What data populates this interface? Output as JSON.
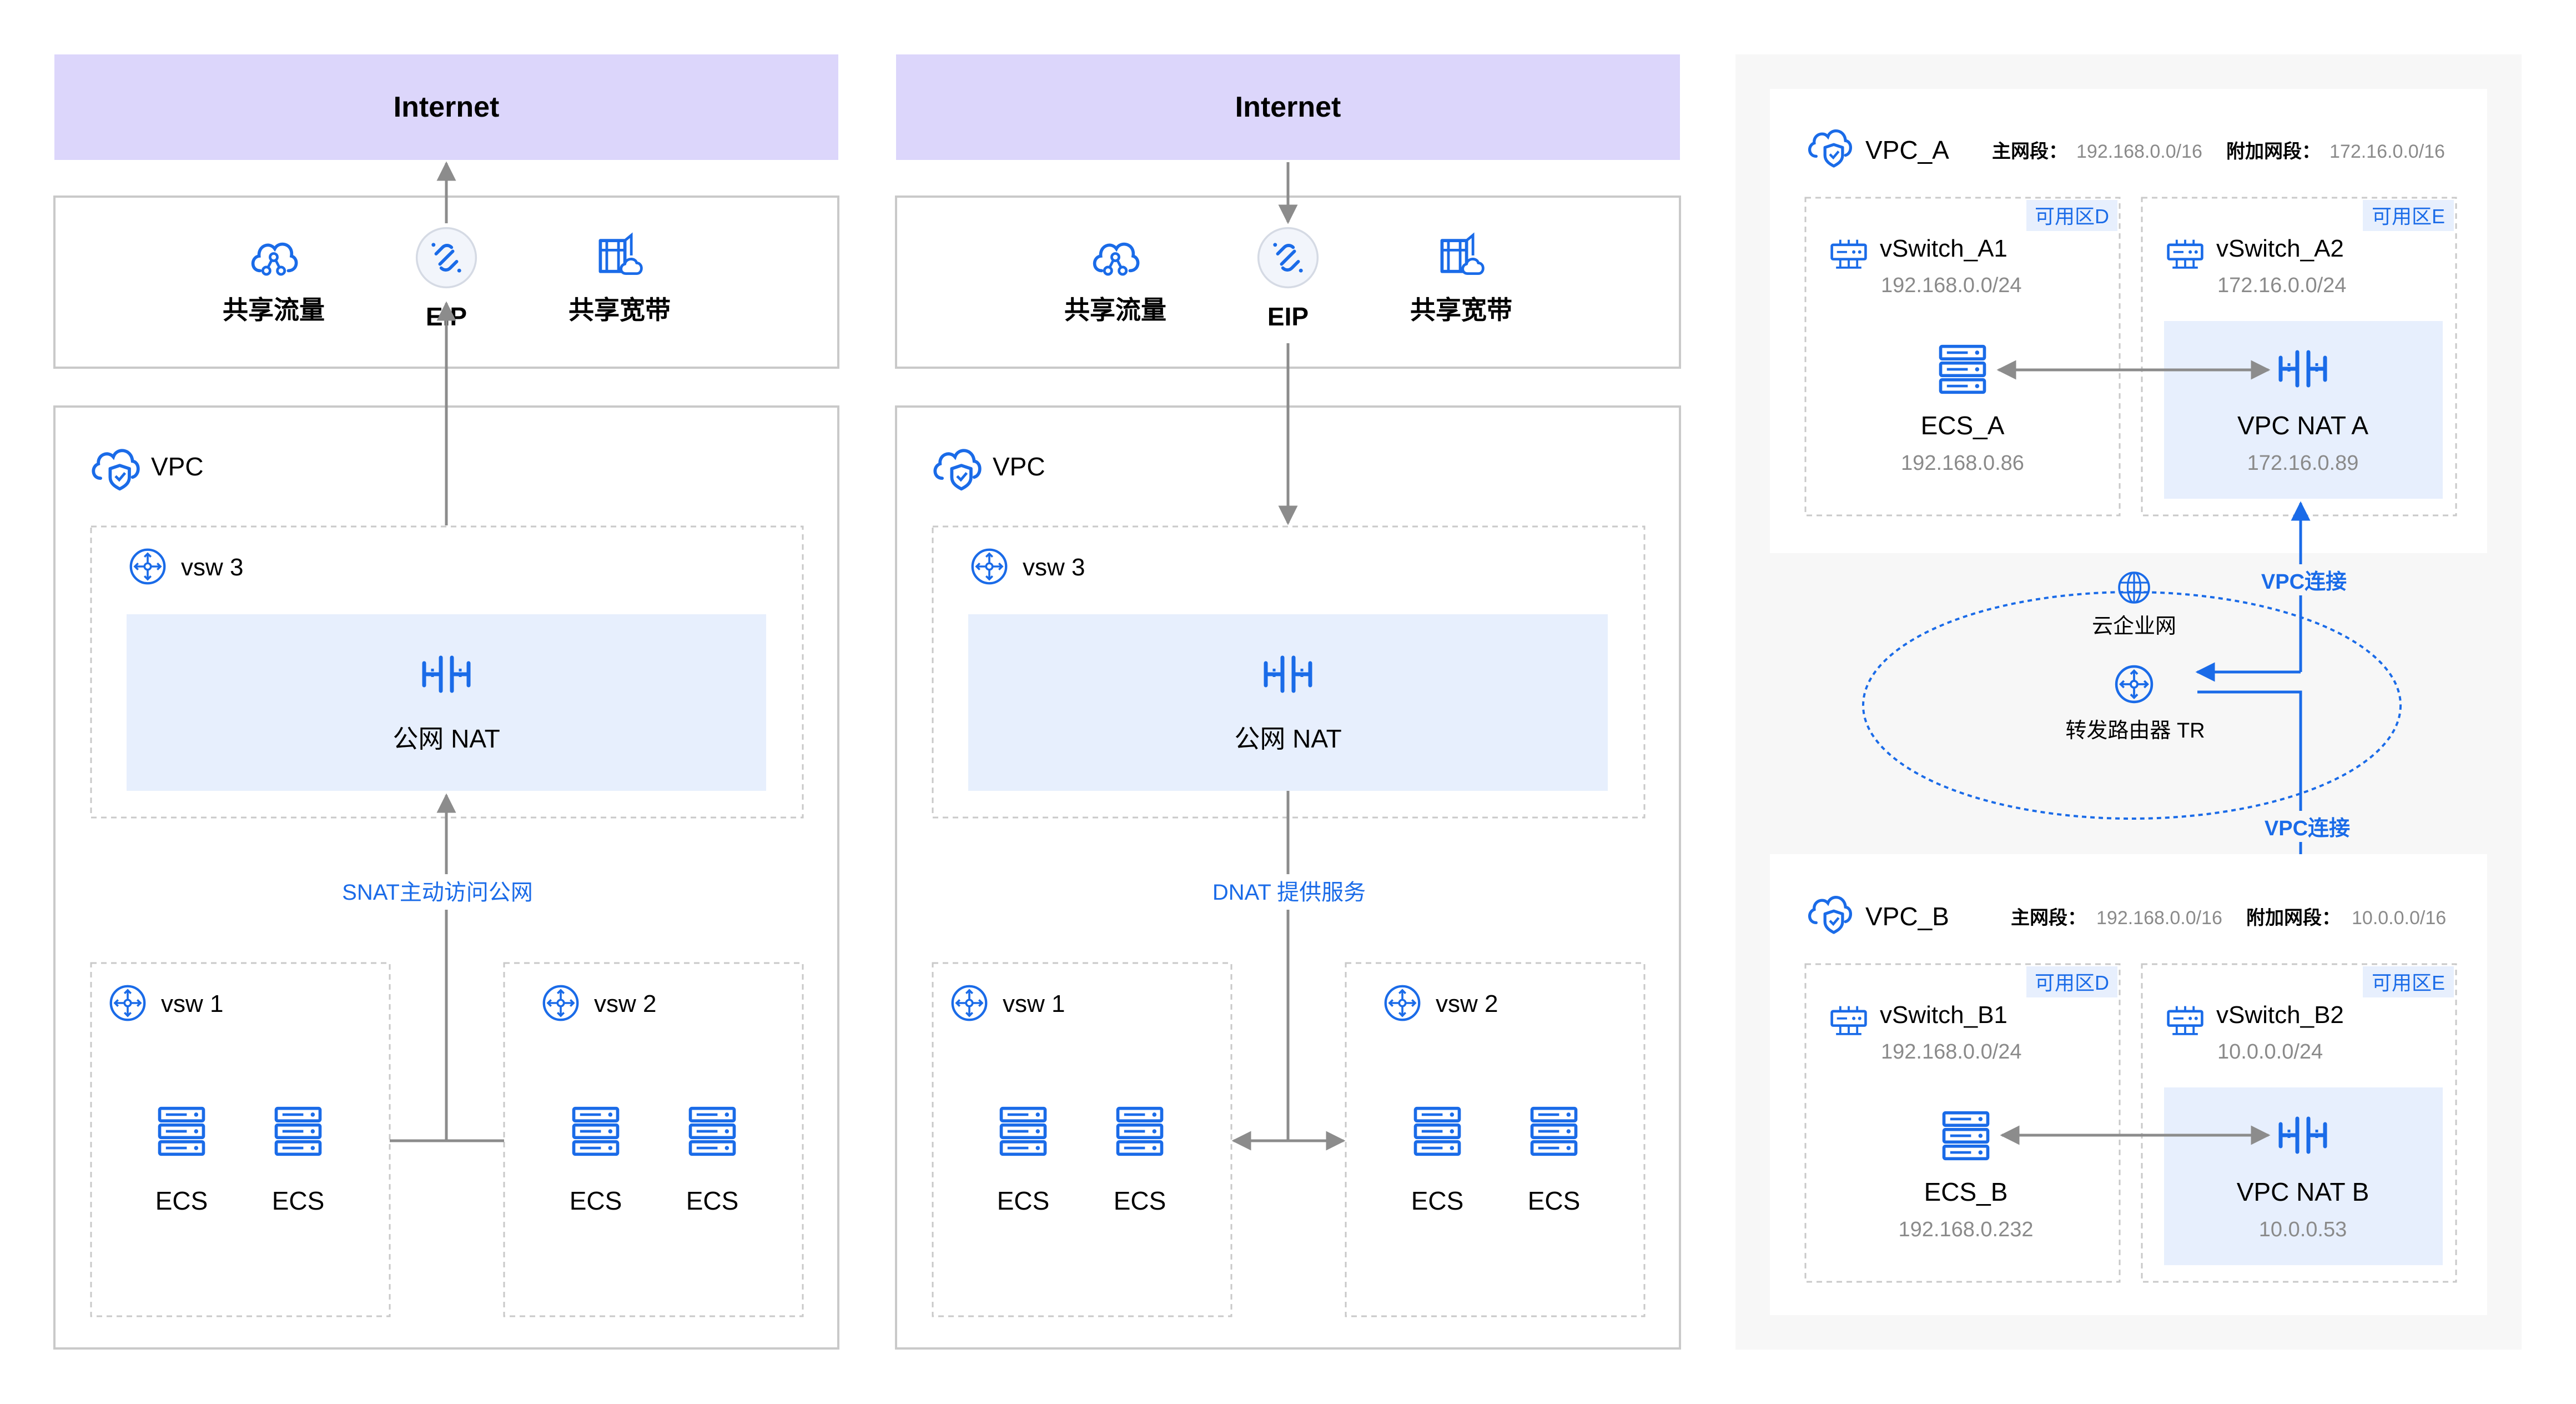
{
  "panel1": {
    "internet": "Internet",
    "shared_traffic": "共享流量",
    "eip": "EIP",
    "shared_bandwidth": "共享宽带",
    "vpc": "VPC",
    "vsw3": "vsw 3",
    "nat": "公网 NAT",
    "flow_label": "SNAT主动访问公网",
    "vsw1": "vsw 1",
    "vsw2": "vsw 2",
    "ecs": "ECS"
  },
  "panel2": {
    "internet": "Internet",
    "shared_traffic": "共享流量",
    "eip": "EIP",
    "shared_bandwidth": "共享宽带",
    "vpc": "VPC",
    "vsw3": "vsw 3",
    "nat": "公网 NAT",
    "flow_label": "DNAT 提供服务",
    "vsw1": "vsw 1",
    "vsw2": "vsw 2",
    "ecs": "ECS"
  },
  "panel3": {
    "vpc_a": {
      "name": "VPC_A",
      "main_cidr_label": "主网段：",
      "main_cidr": "192.168.0.0/16",
      "extra_cidr_label": "附加网段：",
      "extra_cidr": "172.16.0.0/16",
      "vswitch1": {
        "name": "vSwitch_A1",
        "cidr": "192.168.0.0/24",
        "zone": "可用区D"
      },
      "vswitch2": {
        "name": "vSwitch_A2",
        "cidr": "172.16.0.0/24",
        "zone": "可用区E"
      },
      "ecs": {
        "name": "ECS_A",
        "ip": "192.168.0.86"
      },
      "nat": {
        "name": "VPC NAT A",
        "ip": "172.16.0.89"
      }
    },
    "cen": "云企业网",
    "tr": "转发路由器 TR",
    "vpc_conn_top": "VPC连接",
    "vpc_conn_bottom": "VPC连接",
    "vpc_b": {
      "name": "VPC_B",
      "main_cidr_label": "主网段：",
      "main_cidr": "192.168.0.0/16",
      "extra_cidr_label": "附加网段：",
      "extra_cidr": "10.0.0.0/16",
      "vswitch1": {
        "name": "vSwitch_B1",
        "cidr": "192.168.0.0/24",
        "zone": "可用区D"
      },
      "vswitch2": {
        "name": "vSwitch_B2",
        "cidr": "10.0.0.0/24",
        "zone": "可用区E"
      },
      "ecs": {
        "name": "ECS_B",
        "ip": "192.168.0.232"
      },
      "nat": {
        "name": "VPC NAT B",
        "ip": "10.0.0.53"
      }
    }
  },
  "colors": {
    "internet_bg": "#dcd6fb",
    "nat_bg": "#e7effd",
    "panel3_bg": "#f7f7f7",
    "blue": "#1a6be8",
    "arrow_gray": "#8c8c8c",
    "border_gray": "#c9c9c9",
    "subtext": "#8a8a8a"
  }
}
